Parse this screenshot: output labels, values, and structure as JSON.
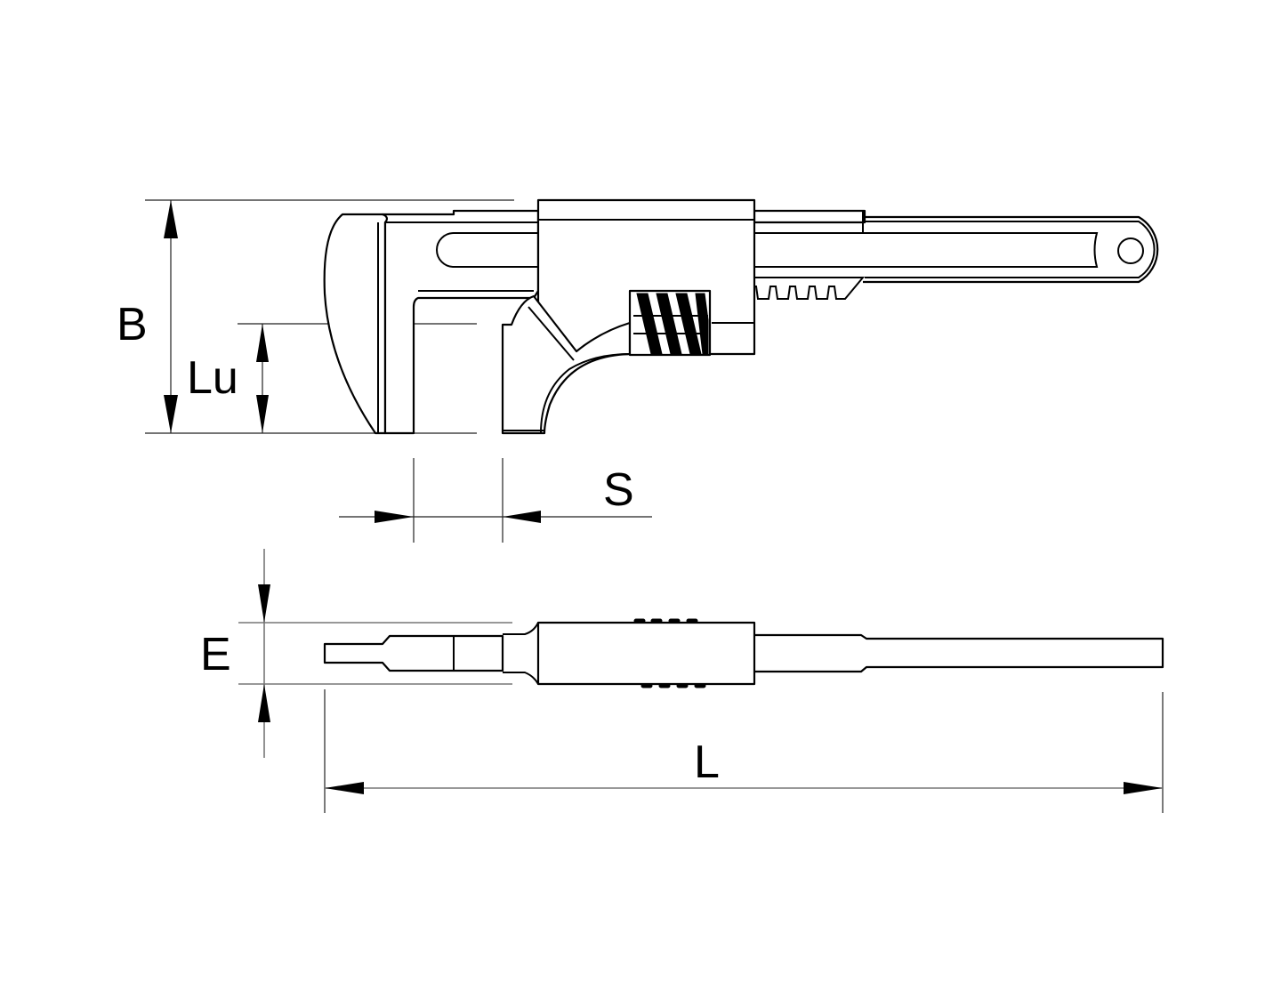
{
  "drawing": {
    "subject": "Adjustable pipe wrench (monkey wrench) technical dimension drawing",
    "views": [
      "side-view",
      "top-view"
    ],
    "colors": {
      "background": "#ffffff",
      "line": "#000000",
      "dimension_line": "#777777"
    }
  },
  "dimensions": {
    "B": {
      "label": "B",
      "meaning": "overall jaw height"
    },
    "Lu": {
      "label": "Lu",
      "meaning": "usable jaw depth"
    },
    "S": {
      "label": "S",
      "meaning": "jaw opening"
    },
    "E": {
      "label": "E",
      "meaning": "thickness"
    },
    "L": {
      "label": "L",
      "meaning": "overall length"
    }
  }
}
